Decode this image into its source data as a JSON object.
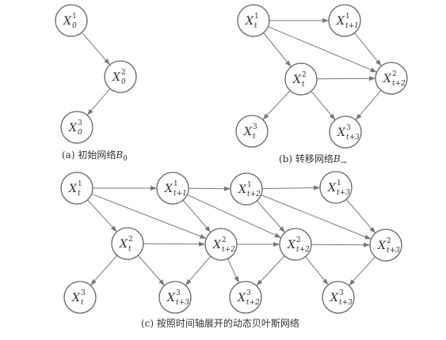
{
  "panels": {
    "a": {
      "caption_label": "(a) 初始网络",
      "caption_var": "B",
      "caption_sub": "0",
      "nodes": [
        {
          "id": "a1",
          "var": "X",
          "sup": "1",
          "sub": "0"
        },
        {
          "id": "a2",
          "var": "X",
          "sup": "2",
          "sub": "0"
        },
        {
          "id": "a3",
          "var": "X",
          "sup": "3",
          "sub": "0"
        }
      ],
      "edges": [
        [
          "a1",
          "a2"
        ],
        [
          "a2",
          "a3"
        ]
      ]
    },
    "b": {
      "caption_label": "(b) 转移网络",
      "caption_var": "B",
      "caption_sub": "→",
      "nodes": [
        {
          "id": "b1",
          "var": "X",
          "sup": "1",
          "sub": "t"
        },
        {
          "id": "b2",
          "var": "X",
          "sup": "1",
          "sub": "t+1"
        },
        {
          "id": "b3",
          "var": "X",
          "sup": "2",
          "sub": "t"
        },
        {
          "id": "b4",
          "var": "X",
          "sup": "2",
          "sub": "t+2"
        },
        {
          "id": "b5",
          "var": "X",
          "sup": "3",
          "sub": "t"
        },
        {
          "id": "b6",
          "var": "X",
          "sup": "3",
          "sub": "t+3"
        }
      ],
      "edges": [
        [
          "b1",
          "b2"
        ],
        [
          "b1",
          "b3"
        ],
        [
          "b1",
          "b4"
        ],
        [
          "b2",
          "b4"
        ],
        [
          "b3",
          "b4"
        ],
        [
          "b3",
          "b5"
        ],
        [
          "b3",
          "b6"
        ],
        [
          "b4",
          "b6"
        ]
      ]
    },
    "c": {
      "caption_label": "(c) 按照时间轴展开的动态贝叶斯网络",
      "nodes": [
        {
          "id": "c1",
          "var": "X",
          "sup": "1",
          "sub": "t"
        },
        {
          "id": "c2",
          "var": "X",
          "sup": "1",
          "sub": "t+1"
        },
        {
          "id": "c3",
          "var": "X",
          "sup": "1",
          "sub": "t+2"
        },
        {
          "id": "c4",
          "var": "X",
          "sup": "1",
          "sub": "t+3"
        },
        {
          "id": "c5",
          "var": "X",
          "sup": "2",
          "sub": "t"
        },
        {
          "id": "c6",
          "var": "X",
          "sup": "2",
          "sub": "t+2"
        },
        {
          "id": "c7",
          "var": "X",
          "sup": "2",
          "sub": "t+2"
        },
        {
          "id": "c8",
          "var": "X",
          "sup": "2",
          "sub": "t+3"
        },
        {
          "id": "c9",
          "var": "X",
          "sup": "3",
          "sub": "t"
        },
        {
          "id": "c10",
          "var": "X",
          "sup": "3",
          "sub": "t+3"
        },
        {
          "id": "c11",
          "var": "X",
          "sup": "3",
          "sub": "t+2"
        },
        {
          "id": "c12",
          "var": "X",
          "sup": "3",
          "sub": "t+3"
        }
      ],
      "edges": [
        [
          "c1",
          "c2"
        ],
        [
          "c2",
          "c3"
        ],
        [
          "c3",
          "c4"
        ],
        [
          "c1",
          "c5"
        ],
        [
          "c1",
          "c6"
        ],
        [
          "c2",
          "c6"
        ],
        [
          "c2",
          "c7"
        ],
        [
          "c3",
          "c7"
        ],
        [
          "c3",
          "c8"
        ],
        [
          "c4",
          "c8"
        ],
        [
          "c5",
          "c6"
        ],
        [
          "c6",
          "c7"
        ],
        [
          "c7",
          "c8"
        ],
        [
          "c5",
          "c9"
        ],
        [
          "c5",
          "c10"
        ],
        [
          "c6",
          "c10"
        ],
        [
          "c6",
          "c11"
        ],
        [
          "c7",
          "c11"
        ],
        [
          "c7",
          "c12"
        ],
        [
          "c8",
          "c12"
        ]
      ]
    }
  },
  "colors": {
    "node_stroke": "#666666",
    "edge": "#777777",
    "text": "#333333"
  }
}
